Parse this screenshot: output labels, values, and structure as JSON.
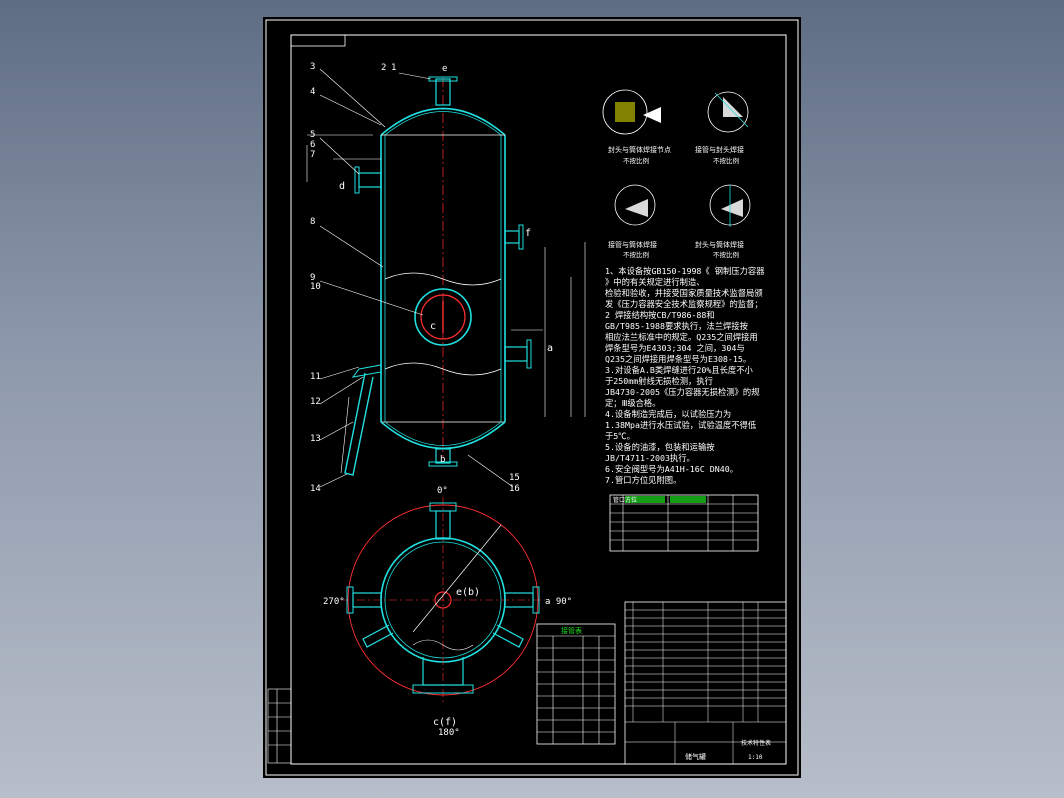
{
  "drawing": {
    "title_box": "",
    "part_numbers": [
      "2",
      "1",
      "3",
      "4",
      "5",
      "6",
      "7",
      "8",
      "9",
      "10",
      "11",
      "12",
      "13",
      "14",
      "15",
      "16"
    ],
    "nozzle_letters": {
      "e": "e",
      "d": "d",
      "f": "f",
      "c": "c",
      "a": "a",
      "b": "b"
    },
    "plan_labels": {
      "top": "0°",
      "left": "270°",
      "right": "a 90°",
      "center": "e(b)",
      "bottom_letter": "c(f)",
      "bottom_angle": "180°"
    },
    "detail_titles": [
      "封头与筒体焊接节点",
      "接管与封头焊接",
      "接管与筒体焊接",
      "封头与筒体焊接"
    ],
    "detail_scale": "不按比例",
    "notes": [
      "1、本设备按GB150-1998《  钢制压力容器",
      "》中的有关规定进行制造、",
      "检验和验收，并接受国家质量技术监督局颁",
      "发《压力容器安全技术监察规程》的监督；",
      "2 焊接结构按CB/T986-88和",
      "GB/T985-1988要求执行，法兰焊接按",
      "相应法兰标准中的规定。Q235之间焊接用",
      "焊条型号为E4303;304 之间，304与",
      "Q235之间焊接用焊条型号为E308-15。",
      "3.对设备A.B类焊缝进行20%且长度不小",
      "于250mm射线无损检测，执行",
      "JB4730-2005《压力容器无损检测》的规",
      "定；Ⅲ级合格。",
      "4.设备制造完成后，以试验压力为",
      "1.38Mpa进行水压试验，试验温度不得低",
      "于5℃。",
      "5.设备的油漆，包装和运输按",
      "JB/T4711-2003执行。",
      "6.安全阀型号为A41H-16C  DN40。",
      "7.管口方位见附图。"
    ],
    "nozzle_table_title": "接管表",
    "mini_table_title": "管口方位",
    "tech_table_header": "技术特性表",
    "title_block": {
      "drawing_name": "储气罐",
      "scale": "1:10"
    }
  }
}
